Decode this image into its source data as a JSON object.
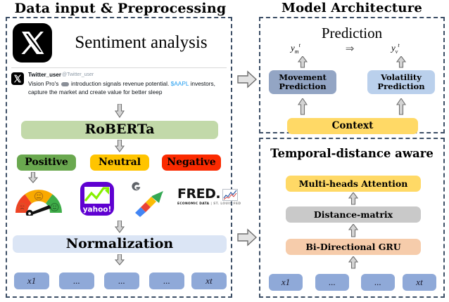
{
  "titles": {
    "left": "Data input & Preprocessing",
    "right": "Model Architecture"
  },
  "left_panel": {
    "logo_icon": "x-twitter-icon",
    "heading": "Sentiment analysis",
    "tweet": {
      "avatar_icon": "x-twitter-avatar-icon",
      "display_name": "Twitter_user",
      "handle": "@Twitter_user",
      "text_part1": "Vision Pro's",
      "text_part2": "introduction signals revenue potential.",
      "cashtag": "$AAPL",
      "text_part3": "investors, capture the market and create value for better sleep"
    },
    "roberta": "RoBERTa",
    "sentiments": [
      {
        "label": "Positive",
        "color": "#6aa84f"
      },
      {
        "label": "Neutral",
        "color": "#ffc400"
      },
      {
        "label": "Negative",
        "color": "#fb2a00"
      }
    ],
    "sources": [
      {
        "name": "sentiment-gauge-icon",
        "label": ""
      },
      {
        "name": "yahoo-finance-logo",
        "label": "yahoo!"
      },
      {
        "name": "google-finance-logo",
        "label": "G"
      },
      {
        "name": "fred-logo",
        "label": "FRED.",
        "sub_main": "ECONOMIC DATA",
        "sub_sep": "|",
        "sub_muted": "ST. LOUIS FED"
      }
    ],
    "normalization": "Normalization",
    "tokens": [
      "x1",
      "...",
      "...",
      "...",
      "xt"
    ]
  },
  "right_panel": {
    "prediction": {
      "heading": "Prediction",
      "y_movement": "y",
      "y_movement_sub": "m",
      "y_movement_sup": "t",
      "y_volatility": "y",
      "y_volatility_sub": "v",
      "y_volatility_sup": "t",
      "arrow_glyph": "⇒",
      "movement_line1": "Movement",
      "movement_line2": "Prediction",
      "volatility_line1": "Volatility",
      "volatility_line2": "Prediction",
      "context": "Context"
    },
    "temporal": {
      "heading": "Temporal-distance aware",
      "attention": "Multi-heads Attention",
      "distance_matrix": "Distance-matrix",
      "bigru": "Bi-Directional GRU",
      "tokens": [
        "x1",
        "...",
        "...",
        "xt"
      ]
    }
  },
  "colors": {
    "panel_border": "#3d4f66",
    "roberta": "#c2d9a9",
    "normalization": "#dbe5f5",
    "token": "#8fa9d8",
    "movement": "#93a5c4",
    "volatility": "#bad0ec",
    "context": "#ffd966",
    "attention": "#ffd966",
    "distance": "#c9c9c9",
    "bigru": "#f6ccab",
    "arrow": "#8c8c8c"
  }
}
